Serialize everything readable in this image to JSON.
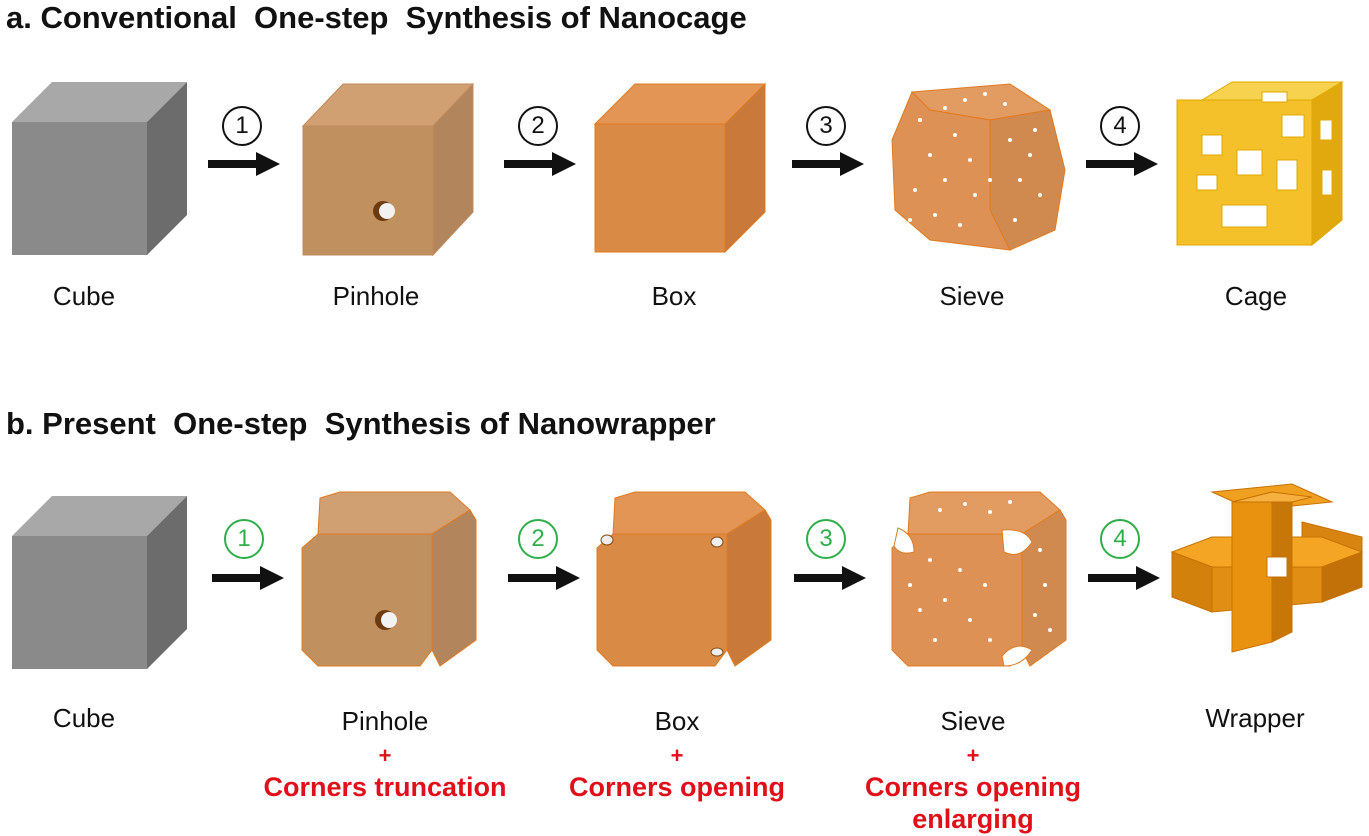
{
  "panel_a": {
    "heading": "a. Conventional  One-step  Synthesis of Nanocage",
    "steps": [
      "1",
      "2",
      "3",
      "4"
    ],
    "labels": [
      "Cube",
      "Pinhole",
      "Box",
      "Sieve",
      "Cage"
    ]
  },
  "panel_b": {
    "heading": "b. Present  One-step  Synthesis of Nanowrapper",
    "steps": [
      "1",
      "2",
      "3",
      "4"
    ],
    "labels": [
      "Cube",
      "Pinhole",
      "Box",
      "Sieve",
      "Wrapper"
    ],
    "plus": [
      "+",
      "+",
      "+"
    ],
    "notes": [
      "Corners truncation",
      "Corners opening",
      "Corners opening",
      "enlarging"
    ]
  },
  "colors": {
    "cube_gray": "#8a8a8a",
    "pinhole_tan": "#c28c5e",
    "box_orange": "#d98a3e",
    "cage_yellow": "#f5c12a",
    "wrapper_orange": "#e8920f",
    "step_green": "#2fae4a",
    "note_red": "#e0101a"
  }
}
